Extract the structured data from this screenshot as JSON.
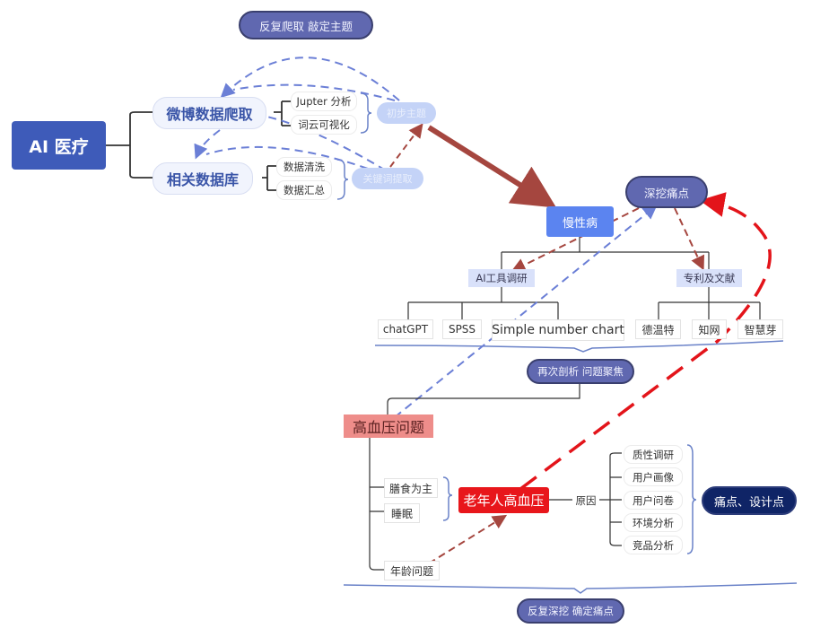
{
  "diagram": {
    "title_pill_top": "反复爬取 敲定主题",
    "root": "AI 医疗",
    "branches": [
      {
        "label": "微博数据爬取",
        "children": [
          "Jupter 分析",
          "词云可视化"
        ]
      },
      {
        "label": "相关数据库",
        "children": [
          "数据清洗",
          "数据汇总"
        ]
      }
    ],
    "faint_nodes": {
      "topic": "初步主题",
      "keywords": "关键词提取"
    },
    "chronic": "慢性病",
    "dig_pain": "深挖痛点",
    "ai_tools": {
      "label": "AI工具调研",
      "children": [
        "chatGPT",
        "SPSS",
        "Simple number chart"
      ]
    },
    "patents": {
      "label": "专利及文献",
      "children": [
        "德温特",
        "知网",
        "智慧芽"
      ]
    },
    "mid_pill": "再次剖析 问题聚焦",
    "hypertension": "高血压问题",
    "ht_children": [
      "膳食为主",
      "睡眠",
      "年龄问题"
    ],
    "elderly": "老年人高血压",
    "cause": "原因",
    "methods": [
      "质性调研",
      "用户画像",
      "用户问卷",
      "环境分析",
      "竞品分析"
    ],
    "result": "痛点、设计点",
    "bottom_pill": "反复深挖 确定痛点",
    "colors": {
      "root": "#3e5bb9",
      "pill": "#6068b0",
      "blue_arrow": "#6b7fd6",
      "brown_arrow": "#a5463f",
      "red_arrow": "#e3141a",
      "navy": "#0f2466"
    }
  }
}
